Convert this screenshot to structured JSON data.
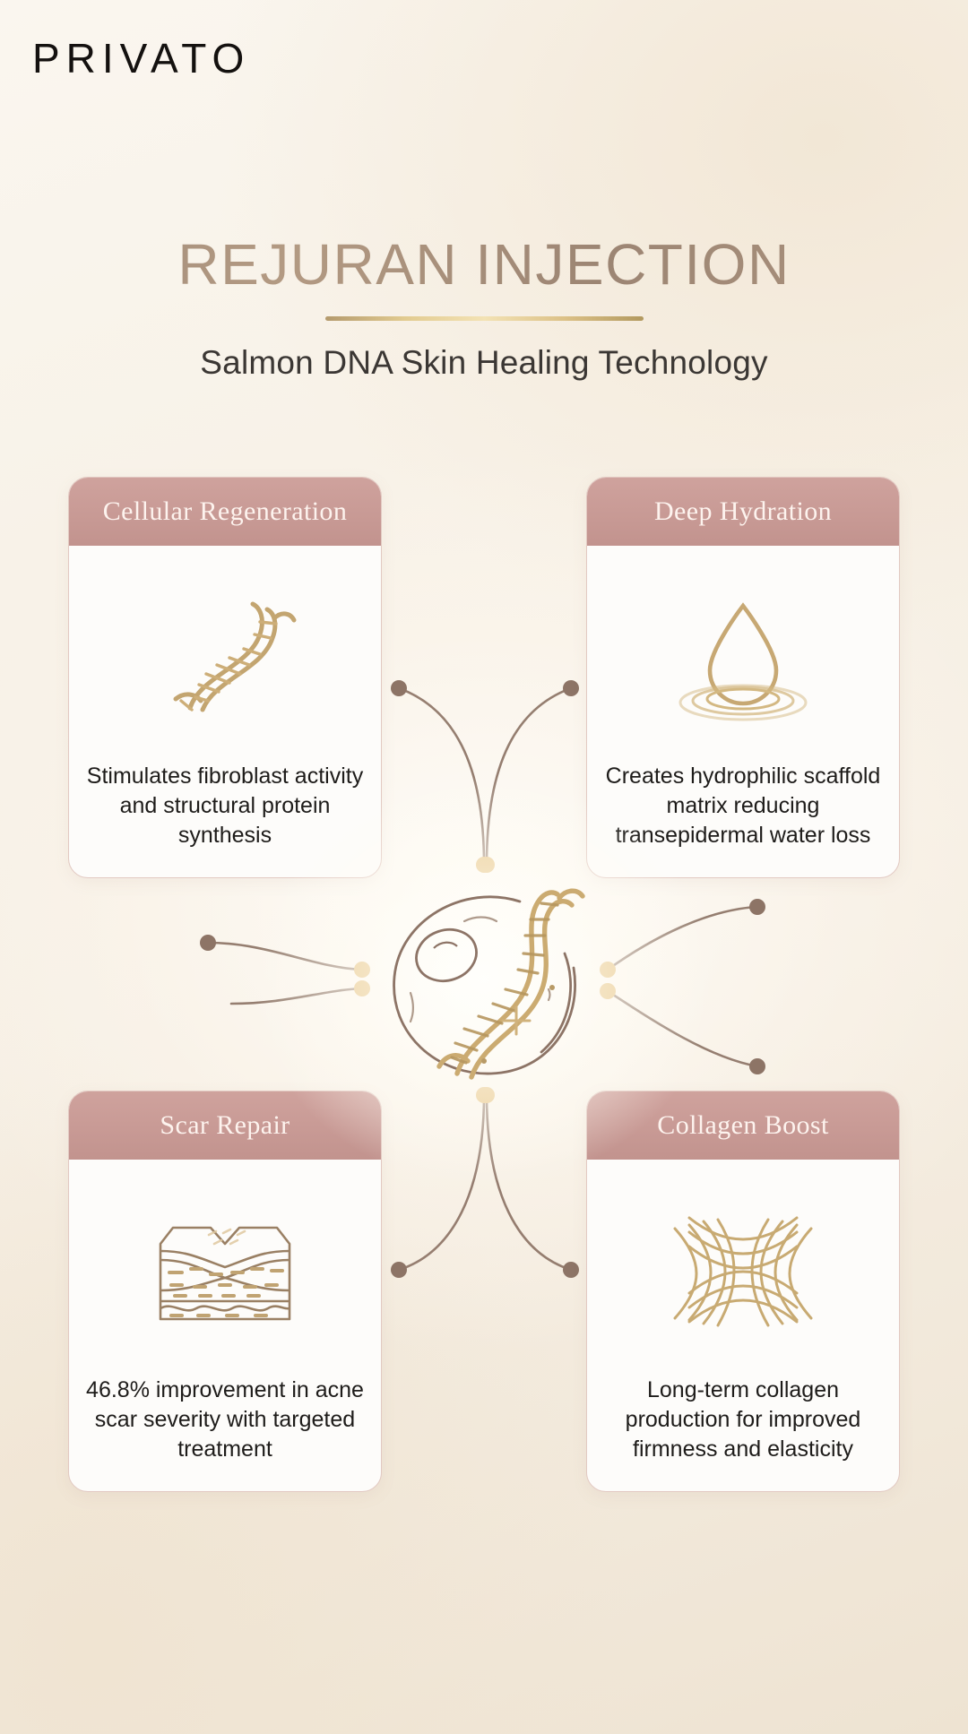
{
  "brand": {
    "name": "PRIVATO"
  },
  "header": {
    "title": "REJURAN INJECTION",
    "subtitle": "Salmon DNA Skin Healing Technology"
  },
  "colors": {
    "background": "#f7f1e8",
    "title_gold_brown": "#9c8573",
    "rule_gold": "#e2cb90",
    "card_header_rose": "#c89a95",
    "card_border": "#e2c9c2",
    "card_body": "#fdfcfa",
    "body_text": "#1e1c1a",
    "icon_gold": "#c9ab72",
    "connector_brown": "#8d7466",
    "dot_gold": "#e3bc74"
  },
  "cards": [
    {
      "id": "cellular-regeneration",
      "title": "Cellular Regeneration",
      "body": "Stimulates fibroblast activity and structural protein synthesis",
      "icon": "dna-helix-icon",
      "position": "top-left"
    },
    {
      "id": "deep-hydration",
      "title": "Deep Hydration",
      "body": "Creates hydrophilic scaffold matrix reducing transepidermal water loss",
      "icon": "water-droplet-icon",
      "position": "top-right"
    },
    {
      "id": "scar-repair",
      "title": "Scar Repair",
      "body": "46.8% improvement in acne scar severity with targeted treatment",
      "icon": "skin-layers-icon",
      "position": "bottom-left"
    },
    {
      "id": "collagen-boost",
      "title": "Collagen Boost",
      "body": "Long-term collagen production for improved firmness and elasticity",
      "icon": "collagen-weave-icon",
      "position": "bottom-right"
    }
  ],
  "hub": {
    "icon": "cell-dna-hub-icon",
    "description": "Cell with DNA double helix"
  }
}
